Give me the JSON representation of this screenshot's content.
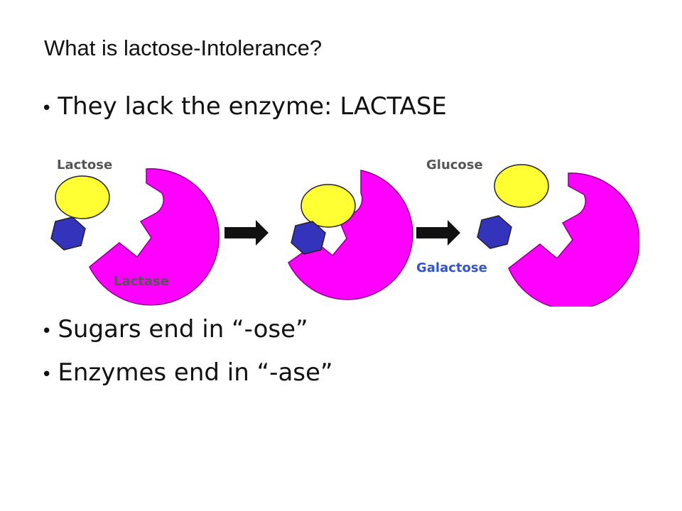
{
  "title": "What is lactose-Intolerance?",
  "bullets": [
    "They lack the enzyme: LACTASE",
    "Sugars end in “-ose”",
    "Enzymes end in “-ase”"
  ],
  "diagram": {
    "labels": {
      "lactose": "Lactose",
      "lactase": "Lactase",
      "glucose": "Glucose",
      "galactose": "Galactose"
    },
    "colors": {
      "enzyme": "#ff00ff",
      "glucose": "#ffff33",
      "galactose": "#3333bb",
      "label_dark": "#555555",
      "label_blue": "#3355cc",
      "arrow": "#111111"
    }
  }
}
